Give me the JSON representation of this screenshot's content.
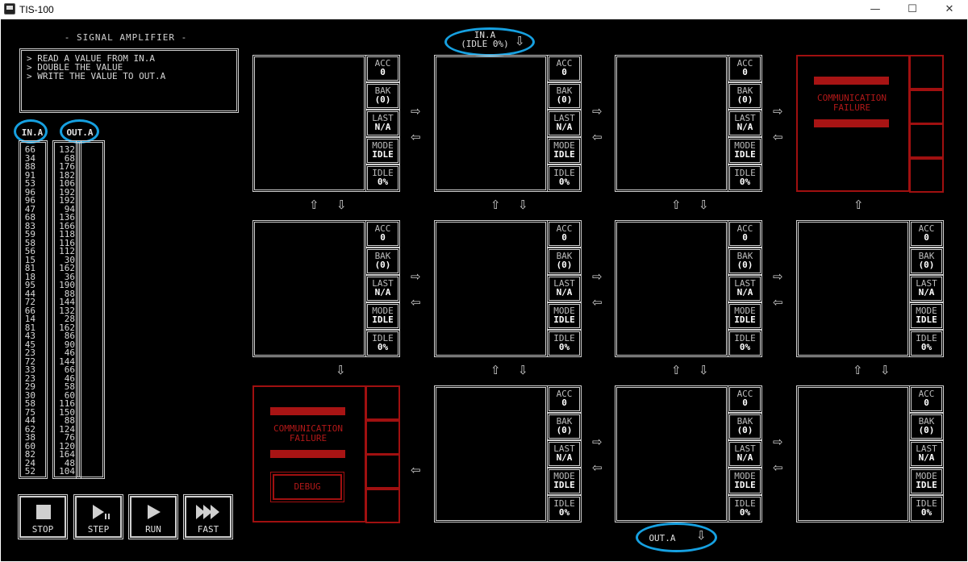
{
  "window": {
    "title": "TIS-100",
    "minimize": "—",
    "maximize": "☐",
    "close": "✕"
  },
  "puzzle": {
    "title": "- SIGNAL AMPLIFIER -",
    "description": [
      "> READ A VALUE FROM IN.A",
      "> DOUBLE THE VALUE",
      "> WRITE THE VALUE TO OUT.A"
    ]
  },
  "io": {
    "in_header": "IN.A",
    "out_header": "OUT.A",
    "in_values": [
      "66",
      "34",
      "88",
      "91",
      "53",
      "96",
      "96",
      "47",
      "68",
      "83",
      "59",
      "58",
      "56",
      "15",
      "81",
      "18",
      "95",
      "44",
      "72",
      "66",
      "14",
      "81",
      "43",
      "45",
      "23",
      "72",
      "33",
      "23",
      "29",
      "30",
      "58",
      "75",
      "44",
      "62",
      "38",
      "60",
      "82",
      "24",
      "52"
    ],
    "out_values": [
      "132",
      "68",
      "176",
      "182",
      "106",
      "192",
      "192",
      "94",
      "136",
      "166",
      "118",
      "116",
      "112",
      "30",
      "162",
      "36",
      "190",
      "88",
      "144",
      "132",
      "28",
      "162",
      "86",
      "90",
      "46",
      "144",
      "66",
      "46",
      "58",
      "60",
      "116",
      "150",
      "88",
      "124",
      "76",
      "120",
      "164",
      "48",
      "104"
    ]
  },
  "controls": [
    "STOP",
    "STEP",
    "RUN",
    "FAST"
  ],
  "ports": {
    "top": "IN.A",
    "top_status": "(IDLE 0%)",
    "bottom": "OUT.A"
  },
  "registers": {
    "acc_label": "ACC",
    "acc_value": "0",
    "bak_label": "BAK",
    "bak_value": "(0)",
    "last_label": "LAST",
    "last_value": "N/A",
    "mode_label": "MODE",
    "mode_value": "IDLE",
    "idle_label": "IDLE",
    "idle_value": "0%"
  },
  "failure": {
    "line1": "COMMUNICATION",
    "line2": "FAILURE",
    "debug_label": "DEBUG"
  },
  "arrows": {
    "right": "⇨",
    "left": "⇦",
    "up": "⇧",
    "down": "⇩"
  },
  "colors": {
    "highlight": "#16a0e0",
    "failure_red": "#a81414",
    "text": "#d0d0d0"
  }
}
